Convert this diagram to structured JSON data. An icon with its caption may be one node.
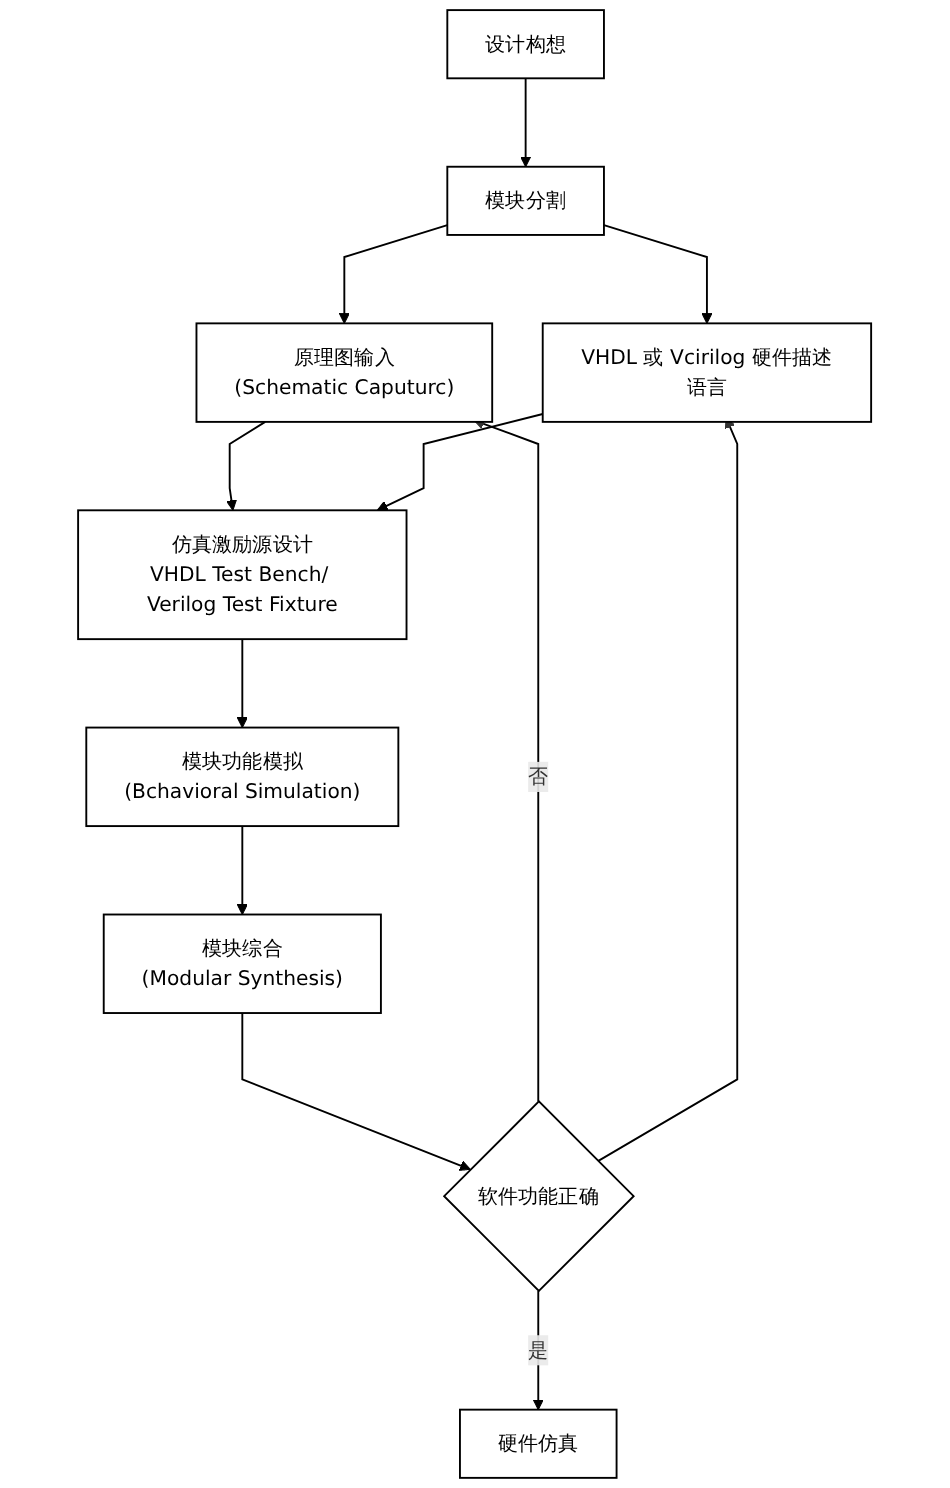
{
  "diagram": {
    "nodes": [
      {
        "text": [
          "设计构想"
        ]
      },
      {
        "text": [
          "模块分割"
        ]
      },
      {
        "text": [
          "原理图输入",
          "(Schematic Caputurc)"
        ]
      },
      {
        "text": [
          "VHDL 或 Vcirilog 硬件描述语言"
        ]
      },
      {
        "text": [
          "仿真激励源设计",
          "VHDL Test Bench/ Verilog Test Fixture"
        ]
      },
      {
        "text": [
          "模块功能模拟",
          "(Bchavioral Simulation)"
        ]
      },
      {
        "text": [
          "模块综合",
          "(Modular Synthesis)"
        ]
      },
      {
        "text": [
          "软件功能正确"
        ]
      },
      {
        "text": [
          "硬件仿真"
        ]
      }
    ],
    "edges": [
      {
        "from": 0,
        "to": 1,
        "arrow": "to"
      },
      {
        "from": 1,
        "to": 2,
        "arrow": "to"
      },
      {
        "from": 1,
        "to": 3,
        "arrow": "to"
      },
      {
        "from": 2,
        "to": 4,
        "arrow": "to"
      },
      {
        "from": 3,
        "to": 4,
        "arrow": "to"
      },
      {
        "from": 4,
        "to": 5,
        "arrow": "to"
      },
      {
        "from": 5,
        "to": 6,
        "arrow": "to"
      },
      {
        "from": 6,
        "to": 7,
        "arrow": "to"
      },
      {
        "from": 7,
        "to": 2,
        "arrow": "to",
        "label": "否"
      },
      {
        "from": 7,
        "to": 3,
        "arrow": "to"
      },
      {
        "from": 7,
        "to": 8,
        "arrow": "to",
        "label": "是"
      }
    ]
  }
}
